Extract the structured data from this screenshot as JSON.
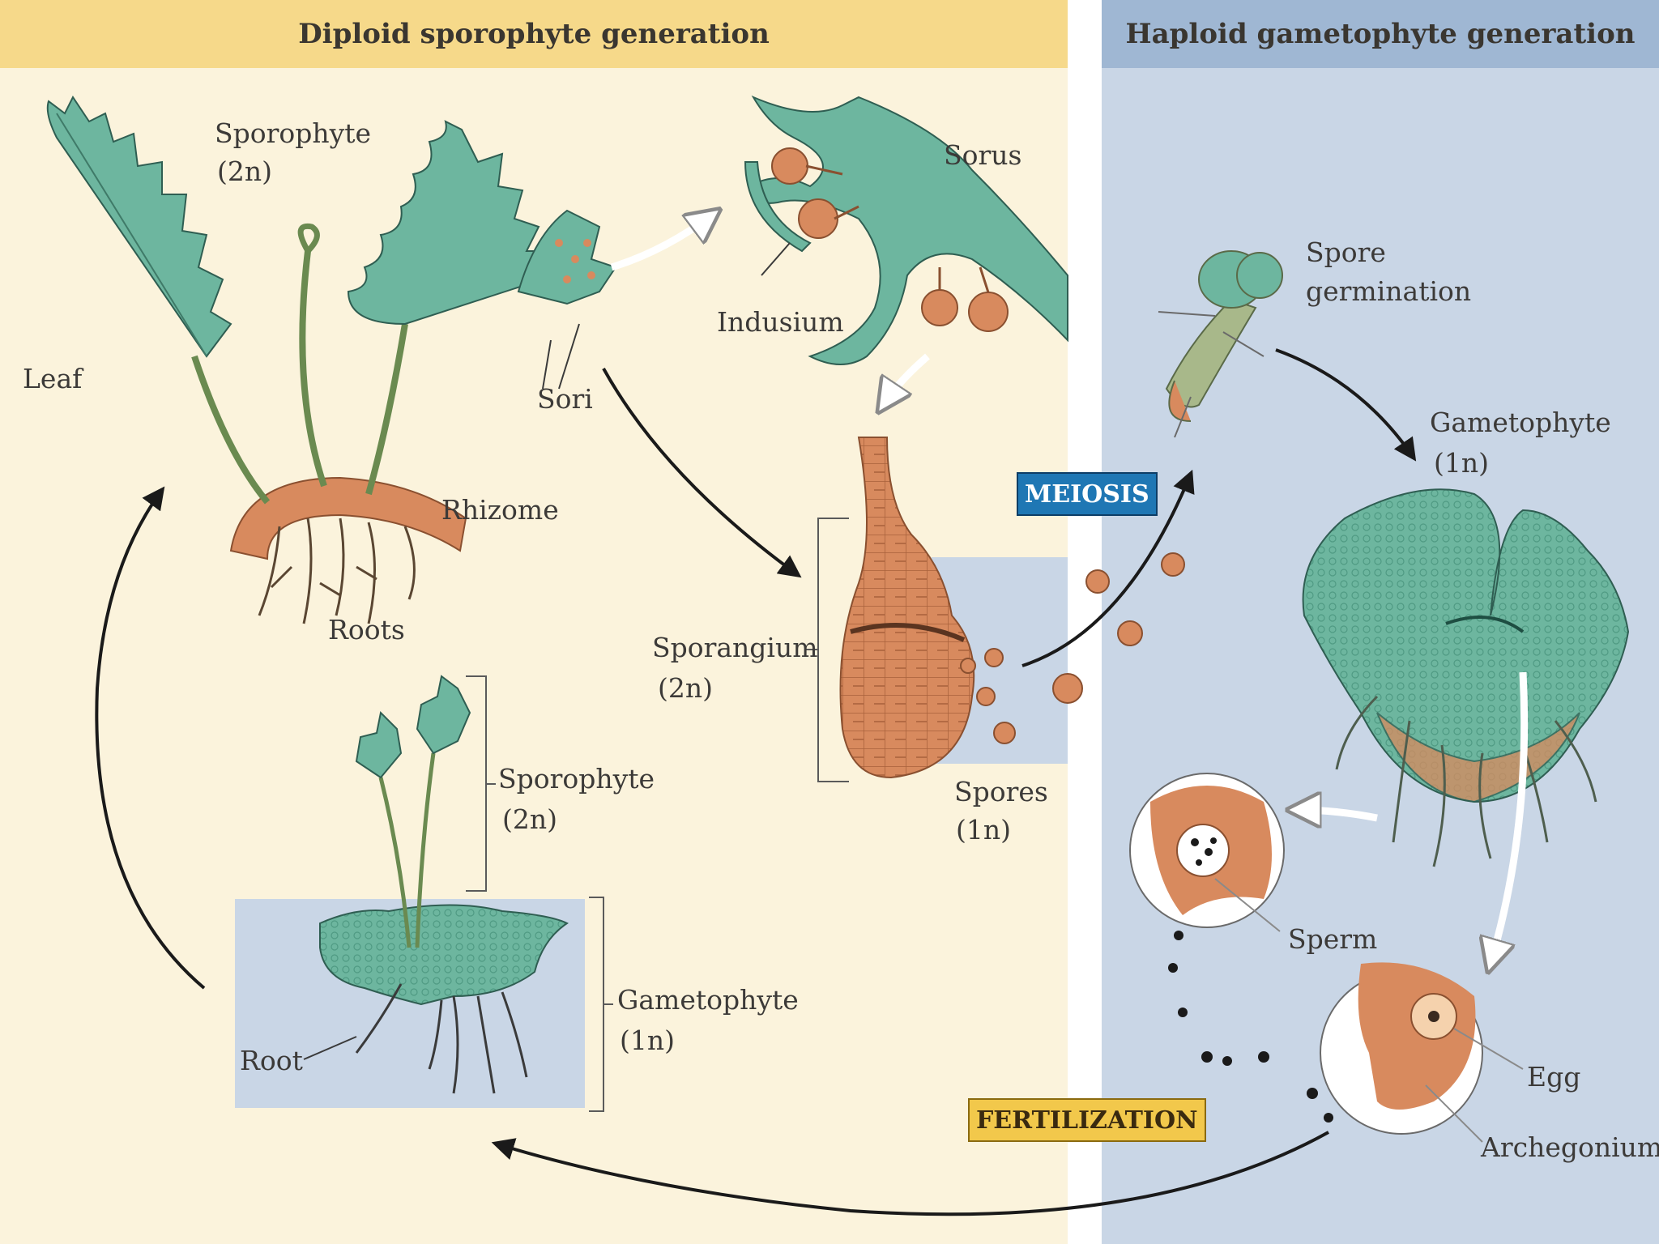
{
  "headers": {
    "diploid": "Diploid sporophyte generation",
    "haploid": "Haploid gametophyte generation"
  },
  "labels": {
    "leaf": "Leaf",
    "sporophyte_top": "Sporophyte",
    "sporophyte_top_ploidy": "(2n)",
    "sori": "Sori",
    "sorus": "Sorus",
    "indusium": "Indusium",
    "rhizome": "Rhizome",
    "roots": "Roots",
    "sporangium": "Sporangium",
    "sporangium_ploidy": "(2n)",
    "spores": "Spores",
    "spores_ploidy": "(1n)",
    "sporophyte_young": "Sporophyte",
    "sporophyte_young_ploidy": "(2n)",
    "gametophyte_left": "Gametophyte",
    "gametophyte_left_ploidy": "(1n)",
    "root": "Root",
    "spore_germination_1": "Spore",
    "spore_germination_2": "germination",
    "gametophyte_right": "Gametophyte",
    "gametophyte_right_ploidy": "(1n)",
    "sperm": "Sperm",
    "egg": "Egg",
    "archegonium": "Archegonium"
  },
  "badges": {
    "meiosis": "MEIOSIS",
    "fertilization": "FERTILIZATION"
  },
  "colors": {
    "diploid_bg": "#fbf3dc",
    "haploid_bg": "#c9d6e6",
    "header_diploid": "#f6d98a",
    "header_haploid": "#9fb7d3",
    "frond_green": "#6db69f",
    "tissue_orange": "#d88a5e",
    "meiosis_badge": "#1f77b4",
    "fertilization_badge": "#f2c84b"
  }
}
